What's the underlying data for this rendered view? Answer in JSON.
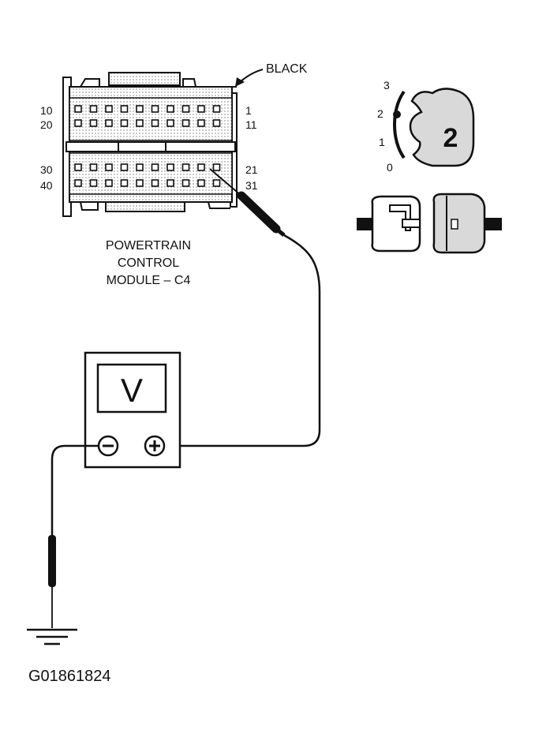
{
  "connector": {
    "color_label": "BLACK",
    "pin_labels_left": [
      "10",
      "20",
      "30",
      "40"
    ],
    "pin_labels_right": [
      "1",
      "11",
      "21",
      "31"
    ],
    "module_name_lines": [
      "POWERTRAIN",
      "CONTROL",
      "MODULE – C4"
    ]
  },
  "ignition": {
    "key_number": "2",
    "positions": [
      "3",
      "2",
      "1",
      "0"
    ]
  },
  "meter": {
    "display": "V",
    "negative_symbol": "⊖",
    "positive_symbol": "⊕"
  },
  "figure_id": "G01861824",
  "colors": {
    "ink": "#111111",
    "paper": "#ffffff",
    "shade": "#d9d9d9"
  }
}
